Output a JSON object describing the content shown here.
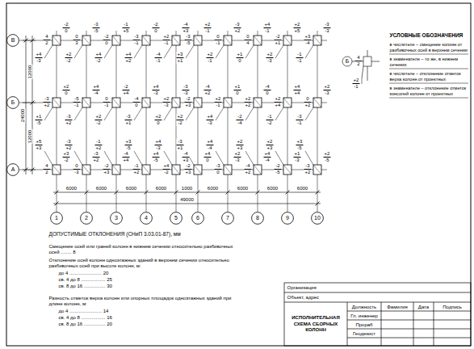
{
  "diagram": {
    "nodes": [
      {
        "text": [
          "В"
        ]
      },
      {
        "text": [
          "Б"
        ]
      },
      {
        "text": [
          "А"
        ]
      },
      {
        "text": [
          "1"
        ]
      },
      {
        "text": [
          "2"
        ]
      },
      {
        "text": [
          "3"
        ]
      },
      {
        "text": [
          "4"
        ]
      },
      {
        "text": [
          "5"
        ]
      },
      {
        "text": [
          "6"
        ]
      },
      {
        "text": [
          "7"
        ]
      },
      {
        "text": [
          "8"
        ]
      },
      {
        "text": [
          "9"
        ]
      },
      {
        "text": [
          "10"
        ]
      }
    ],
    "labels": [
      "УСЛОВНЫЕ ОБОЗНАЧЕНИЯ",
      "Б",
      "4",
      "2",
      "+2",
      "-1",
      "6000",
      "6000",
      "6000",
      "6000",
      "1000",
      "6000",
      "6000",
      "6000",
      "6000",
      "49000",
      "12000",
      "12000",
      "24000",
      "-2",
      "0",
      "4",
      "2",
      "+4",
      "-3",
      "-3",
      "-5",
      "0",
      "3",
      "+2",
      "-2",
      "-1",
      "+5",
      "-2",
      "0",
      "+4",
      "-2",
      "-2",
      "0",
      "-3",
      "-1",
      "+4",
      "+2",
      "-4",
      "+3",
      "+2",
      "-1",
      "-4",
      "-1",
      "+2",
      "-1",
      "-3",
      "-5",
      "+3",
      "+1",
      "-3",
      "+2",
      "0",
      "-1",
      "+2",
      "-1",
      "+4",
      "-1",
      "0",
      "4",
      "+1",
      "0",
      "+2",
      "+5",
      "-2",
      "+1",
      "+2",
      "-3",
      "-3",
      "-3",
      "+3",
      "-4",
      "-1",
      "-1",
      "+2",
      "0",
      "-3",
      "+2",
      "+1",
      "-5",
      "+4",
      "-4",
      "-5",
      "-1",
      "-3",
      "+2",
      "-2",
      "+4",
      "0",
      "-1",
      "+2",
      "-2",
      "+4",
      "-3",
      "-4",
      "0",
      "-3",
      "+1",
      "-3",
      "-3",
      "+2",
      "-3",
      "+2",
      "0",
      "-4",
      "+2",
      "-2",
      "+3",
      "+2",
      "-2",
      "+1",
      "0",
      "+2",
      "-1",
      "+4",
      "-3",
      "-4",
      "0",
      "+2",
      "+2",
      "-2",
      "-4",
      "+4",
      "+4",
      "+2",
      "+4",
      "-1",
      "-2",
      "+2",
      "-3",
      "0",
      "+2",
      "-3",
      "-1",
      "+3",
      "-2",
      "4",
      "2",
      "+5",
      "+3",
      "-3",
      "+2",
      "0",
      "-3",
      "-3",
      "+2",
      "-4",
      "+4",
      "-2",
      "+3",
      "-1",
      "+2",
      "+4",
      "-5",
      "-1",
      "+2",
      "+3",
      "-5",
      "-4",
      "+3",
      "+4",
      "-2",
      "+4",
      "-3",
      "+4",
      "0",
      "-2",
      "+3",
      "-3",
      "+1",
      "+2",
      "-3",
      "-3",
      "0",
      "+4",
      "-4",
      "+4",
      "-4",
      "-4",
      "+2",
      "+2",
      "+3",
      "+1",
      "-3",
      "-2",
      "-5",
      "+2",
      "+3",
      "+2",
      "-5",
      "-3",
      "+2",
      "+3",
      "-5",
      "ДОПУСТИМЫЕ ОТКЛОНЕНИЯ (СНиП 3.03.01-87), мм",
      "Смещение осей или граней колонн в нижнем сечении относительно разбивочных осей ........ 8",
      "Отклонение осей колонн одноэтажных зданий в верхнем сечении относительно разбивочных осей при высоте колонн, м:",
      "до 4 ........................ 20",
      "св. 4 до 8 .................. 25",
      "св. 8 до 16 ................ 30",
      "Разность отметок верха колонн или опорных площадок одноэтажных зданий при длине колонн, м:",
      "до 4 ........................ 14",
      "св. 4 до 8 .................. 16",
      "св. 8 до 16 ................ 20",
      "Организация",
      "Объект, адрес",
      "ИСПОЛНИТЕЛЬНАЯ СХЕМА СБОРНЫХ КОЛОНН",
      "Должность",
      "Фамилия",
      "Дата",
      "Подпись",
      "Гл. инженер",
      "Прораб",
      "Геодезист"
    ],
    "legend": [
      {
        "text": "в числителе – смещение колонн от разбивочных осей в верхнем сечении"
      },
      {
        "text": "в знаменателе – то же, в нижнем сечении"
      },
      {
        "text": "в числителе – отклонение отметок верха колонн от проектных"
      },
      {
        "text": "в знаменателе – отклонение отметок консолей колонн от проектных"
      }
    ]
  }
}
